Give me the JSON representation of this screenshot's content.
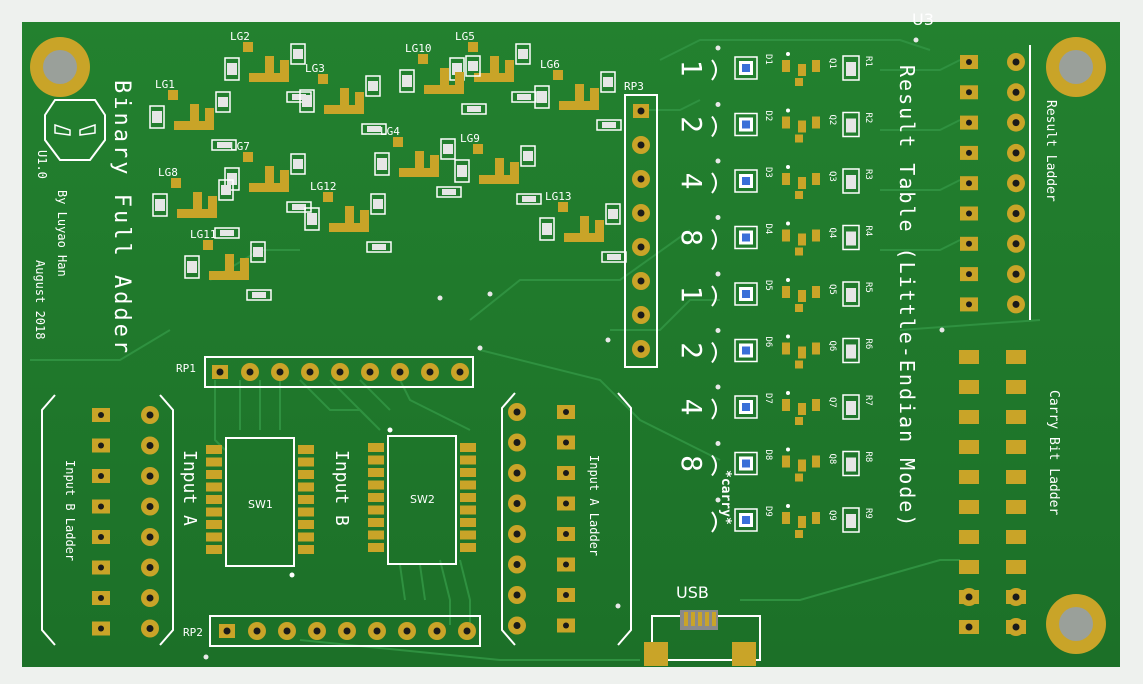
{
  "board": {
    "brand_label": "U3",
    "version": "U1.0",
    "title": "Binary Full Adder",
    "author": "By Luyao Han",
    "date": "August 2018",
    "result_table_title": "Result Table (Little-Endian Mode)",
    "carry_annotation": "*carry*",
    "usb_label": "USB",
    "colors": {
      "board": "#1f7a2c",
      "copper": "#2c8a38",
      "pad": "#c9a428",
      "silk": "#ffffff",
      "led": "#3a6fd8"
    }
  },
  "gates": [
    "LG1",
    "LG2",
    "LG3",
    "LG4",
    "LG5",
    "LG6",
    "LG7",
    "LG8",
    "LG9",
    "LG10",
    "LG11",
    "LG12",
    "LG13"
  ],
  "resistor_packs": [
    "RP1",
    "RP2",
    "RP3"
  ],
  "switches": {
    "sw1": "SW1",
    "sw2": "SW2",
    "input_a": "Input A",
    "input_b": "Input B"
  },
  "ladders": {
    "input_b": "Input B Ladder",
    "input_a": "Input A Ladder",
    "result": "Result Ladder",
    "carry": "Carry Bit Ladder"
  },
  "result_rows": [
    {
      "value": "1",
      "diode": "D1",
      "transistor": "Q1",
      "resistor": "R1"
    },
    {
      "value": "2",
      "diode": "D2",
      "transistor": "Q2",
      "resistor": "R2"
    },
    {
      "value": "4",
      "diode": "D3",
      "transistor": "Q3",
      "resistor": "R3"
    },
    {
      "value": "8",
      "diode": "D4",
      "transistor": "Q4",
      "resistor": "R4"
    },
    {
      "value": "1",
      "diode": "D5",
      "transistor": "Q5",
      "resistor": "R5"
    },
    {
      "value": "2",
      "diode": "D6",
      "transistor": "Q6",
      "resistor": "R6"
    },
    {
      "value": "4",
      "diode": "D7",
      "transistor": "Q7",
      "resistor": "R7"
    },
    {
      "value": "8",
      "diode": "D8",
      "transistor": "Q8",
      "resistor": "R8"
    },
    {
      "value": "",
      "diode": "D9",
      "transistor": "Q9",
      "resistor": "R9"
    }
  ]
}
